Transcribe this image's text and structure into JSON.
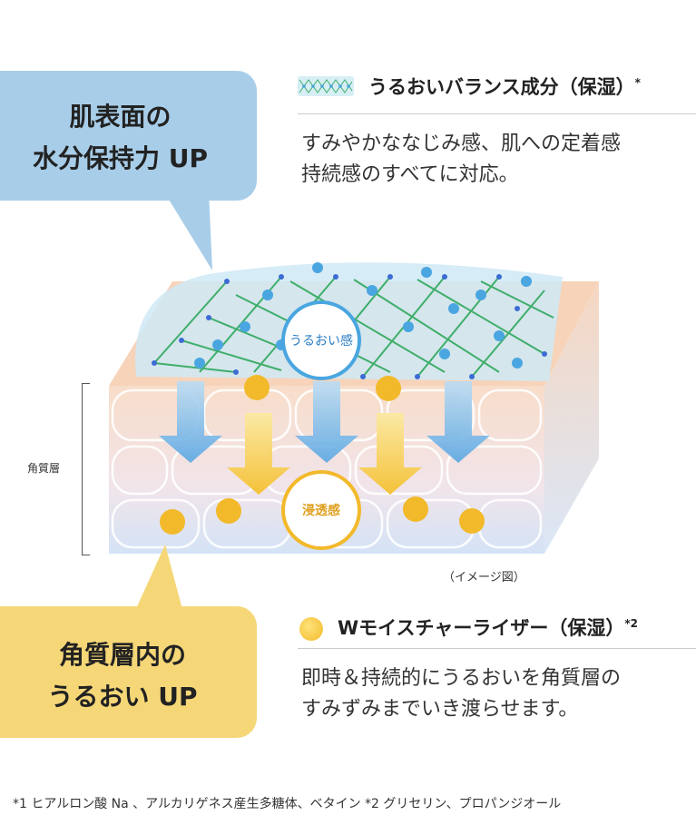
{
  "callouts": {
    "top": {
      "line1": "肌表面の",
      "line2": "水分保持力 UP"
    },
    "bottom": {
      "line1": "角質層内の",
      "line2": "うるおい UP"
    }
  },
  "section1": {
    "icon": "net-pattern-icon",
    "heading": "うるおいバランス成分（保湿）",
    "heading_sup": "*",
    "desc_line1": "すみやかななじみ感、肌への定着感",
    "desc_line2": "持続感のすべてに対応。"
  },
  "section2": {
    "icon": "yellow-dot-icon",
    "heading": "Wモイスチャーライザー（保湿）",
    "heading_sup": "*2",
    "desc_line1": "即時＆持続的にうるおいを角質層の",
    "desc_line2": "すみずみまでいき渡らせます。"
  },
  "diagram": {
    "label_surface": "うるおい感",
    "label_penetration": "浸透感",
    "side_label": "角質層",
    "caption": "（イメージ図）"
  },
  "footnote": "*1 ヒアルロン酸 Na 、アルカリゲネス産生多糖体、ベタイン *2 グリセリン、プロパンジオール",
  "colors": {
    "blue_bubble": "#a8cde9",
    "yellow_bubble": "#f6d778",
    "green_net": "#3fae6a",
    "blue_dot": "#4aa6e0",
    "yellow_dot": "#f2b92b"
  }
}
